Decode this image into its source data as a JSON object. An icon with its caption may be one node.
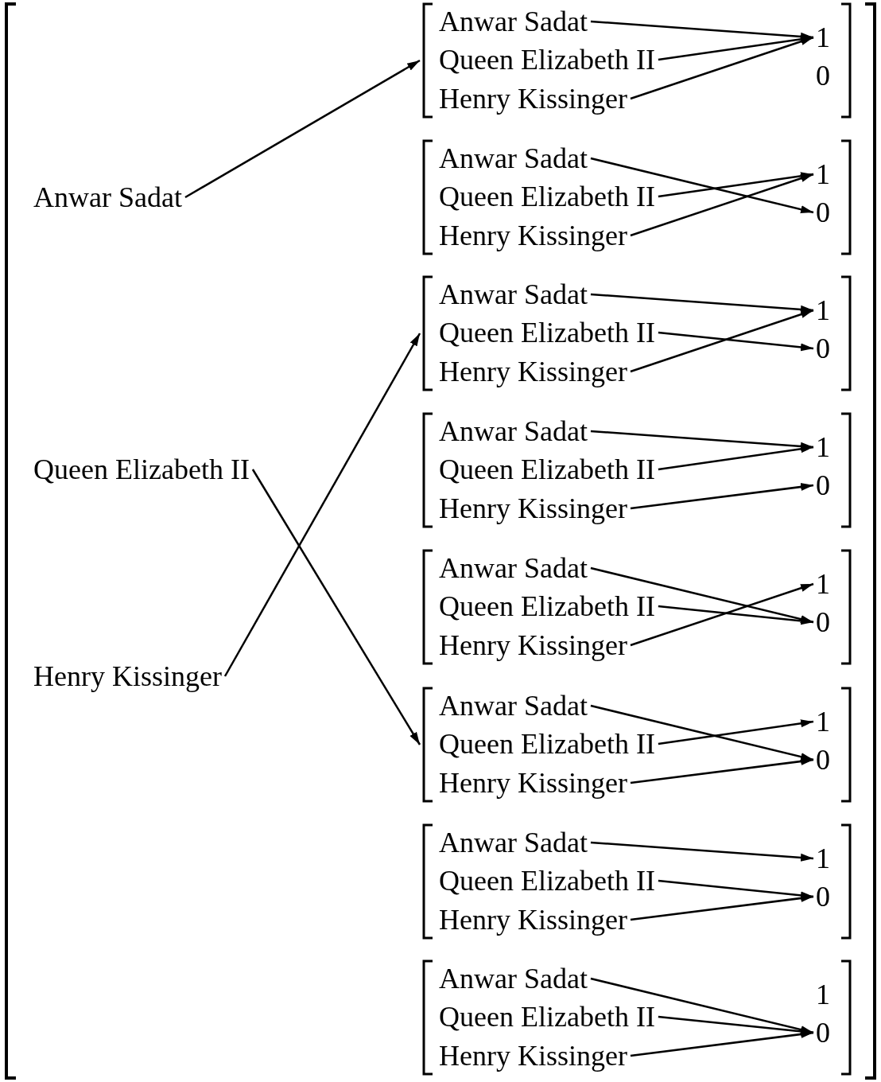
{
  "diagram": {
    "nodes": [
      {
        "text": [
          "Anwar Sadat"
        ]
      },
      {
        "text": [
          "Queen Elizabeth II"
        ]
      },
      {
        "text": [
          "Henry Kissinger"
        ]
      },
      {
        "text": [],
        "shape": "bracket"
      },
      {
        "text": [
          "Anwar Sadat"
        ],
        "in": 3
      },
      {
        "text": [
          "Queen Elizabeth II"
        ],
        "in": 3
      },
      {
        "text": [
          "Henry Kissinger"
        ],
        "in": 3
      },
      {
        "text": [
          "1"
        ],
        "in": 3
      },
      {
        "text": [
          "0"
        ],
        "in": 3
      },
      {
        "text": [],
        "shape": "bracket"
      },
      {
        "text": [
          "Anwar Sadat"
        ],
        "in": 9
      },
      {
        "text": [
          "Queen Elizabeth II"
        ],
        "in": 9
      },
      {
        "text": [
          "Henry Kissinger"
        ],
        "in": 9
      },
      {
        "text": [
          "1"
        ],
        "in": 9
      },
      {
        "text": [
          "0"
        ],
        "in": 9
      },
      {
        "text": [],
        "shape": "bracket"
      },
      {
        "text": [
          "Anwar Sadat"
        ],
        "in": 15
      },
      {
        "text": [
          "Queen Elizabeth II"
        ],
        "in": 15
      },
      {
        "text": [
          "Henry Kissinger"
        ],
        "in": 15
      },
      {
        "text": [
          "1"
        ],
        "in": 15
      },
      {
        "text": [
          "0"
        ],
        "in": 15
      },
      {
        "text": [],
        "shape": "bracket"
      },
      {
        "text": [
          "Anwar Sadat"
        ],
        "in": 21
      },
      {
        "text": [
          "Queen Elizabeth II"
        ],
        "in": 21
      },
      {
        "text": [
          "Henry Kissinger"
        ],
        "in": 21
      },
      {
        "text": [
          "1"
        ],
        "in": 21
      },
      {
        "text": [
          "0"
        ],
        "in": 21
      },
      {
        "text": [],
        "shape": "bracket"
      },
      {
        "text": [
          "Anwar Sadat"
        ],
        "in": 27
      },
      {
        "text": [
          "Queen Elizabeth II"
        ],
        "in": 27
      },
      {
        "text": [
          "Henry Kissinger"
        ],
        "in": 27
      },
      {
        "text": [
          "1"
        ],
        "in": 27
      },
      {
        "text": [
          "0"
        ],
        "in": 27
      },
      {
        "text": [],
        "shape": "bracket"
      },
      {
        "text": [
          "Anwar Sadat"
        ],
        "in": 33
      },
      {
        "text": [
          "Queen Elizabeth II"
        ],
        "in": 33
      },
      {
        "text": [
          "Henry Kissinger"
        ],
        "in": 33
      },
      {
        "text": [
          "1"
        ],
        "in": 33
      },
      {
        "text": [
          "0"
        ],
        "in": 33
      },
      {
        "text": [],
        "shape": "bracket"
      },
      {
        "text": [
          "Anwar Sadat"
        ],
        "in": 39
      },
      {
        "text": [
          "Queen Elizabeth II"
        ],
        "in": 39
      },
      {
        "text": [
          "Henry Kissinger"
        ],
        "in": 39
      },
      {
        "text": [
          "1"
        ],
        "in": 39
      },
      {
        "text": [
          "0"
        ],
        "in": 39
      },
      {
        "text": [],
        "shape": "bracket"
      },
      {
        "text": [
          "Anwar Sadat"
        ],
        "in": 45
      },
      {
        "text": [
          "Queen Elizabeth II"
        ],
        "in": 45
      },
      {
        "text": [
          "Henry Kissinger"
        ],
        "in": 45
      },
      {
        "text": [
          "1"
        ],
        "in": 45
      },
      {
        "text": [
          "0"
        ],
        "in": 45
      }
    ],
    "edges": [
      {
        "from": 0,
        "to": 3,
        "arrow": "to"
      },
      {
        "from": 1,
        "to": 33,
        "arrow": "to"
      },
      {
        "from": 2,
        "to": 15,
        "arrow": "to"
      },
      {
        "from": 4,
        "to": 7,
        "arrow": "to"
      },
      {
        "from": 5,
        "to": 7,
        "arrow": "to"
      },
      {
        "from": 6,
        "to": 7,
        "arrow": "to"
      },
      {
        "from": 10,
        "to": 14,
        "arrow": "to"
      },
      {
        "from": 11,
        "to": 13,
        "arrow": "to"
      },
      {
        "from": 12,
        "to": 13,
        "arrow": "to"
      },
      {
        "from": 16,
        "to": 19,
        "arrow": "to"
      },
      {
        "from": 17,
        "to": 20,
        "arrow": "to"
      },
      {
        "from": 18,
        "to": 19,
        "arrow": "to"
      },
      {
        "from": 22,
        "to": 25,
        "arrow": "to"
      },
      {
        "from": 23,
        "to": 25,
        "arrow": "to"
      },
      {
        "from": 24,
        "to": 26,
        "arrow": "to"
      },
      {
        "from": 28,
        "to": 32,
        "arrow": "to"
      },
      {
        "from": 29,
        "to": 32,
        "arrow": "to"
      },
      {
        "from": 30,
        "to": 31,
        "arrow": "to"
      },
      {
        "from": 34,
        "to": 38,
        "arrow": "to"
      },
      {
        "from": 35,
        "to": 37,
        "arrow": "to"
      },
      {
        "from": 36,
        "to": 38,
        "arrow": "to"
      },
      {
        "from": 40,
        "to": 43,
        "arrow": "to"
      },
      {
        "from": 41,
        "to": 44,
        "arrow": "to"
      },
      {
        "from": 42,
        "to": 44,
        "arrow": "to"
      },
      {
        "from": 46,
        "to": 50,
        "arrow": "to"
      },
      {
        "from": 47,
        "to": 50,
        "arrow": "to"
      },
      {
        "from": 48,
        "to": 50,
        "arrow": "to"
      }
    ]
  }
}
